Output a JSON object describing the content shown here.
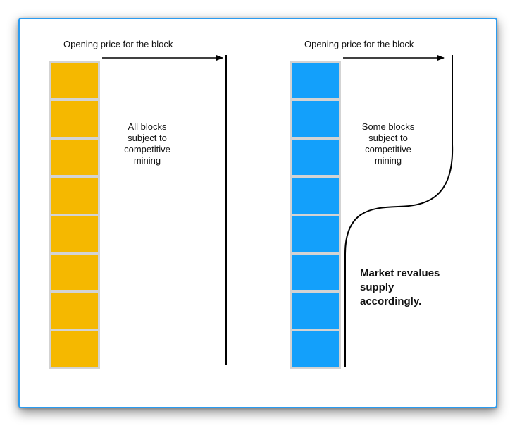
{
  "colors": {
    "frame_border": "#2a9bf0",
    "left_block": "#f5b800",
    "right_block": "#13a0fb",
    "stack_border": "#d3d3d3"
  },
  "left_panel": {
    "heading": "Opening price for the block",
    "description": [
      "All blocks",
      "subject to",
      "competitive",
      "mining"
    ],
    "block_count": 8
  },
  "right_panel": {
    "heading": "Opening price for the block",
    "description": [
      "Some blocks",
      "subject to",
      "competitive",
      "mining"
    ],
    "block_count": 8,
    "note": [
      "Market revalues",
      "supply",
      "accordingly."
    ]
  }
}
